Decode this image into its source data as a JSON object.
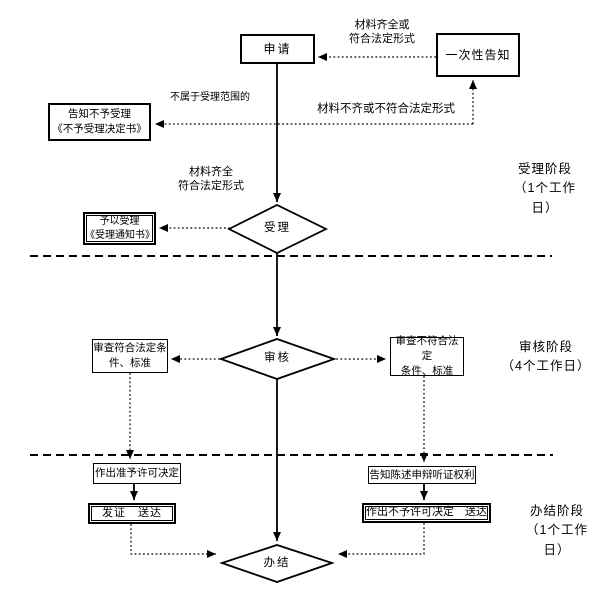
{
  "colors": {
    "line": "#000000",
    "background": "#ffffff"
  },
  "nodes": {
    "apply": "申请",
    "one_time_notice": "一次性告知",
    "reject_notice": "告知不予受理\n《不予受理决定书》",
    "accept": "受理",
    "accept_notice": "予以受理\n《受理通知书》",
    "review": "审核",
    "review_pass": "审查符合法定条\n件、标准",
    "review_fail": "审查不符合法定\n条件、标准",
    "grant_decision": "作出准予许可决定",
    "issue_deliver": "发证　送达",
    "notify_rights": "告知陈述申辩听证权利",
    "deny_decision": "作出不予许可决定　送达",
    "finish": "办结"
  },
  "edge_labels": {
    "complete_top": "材料齐全或\n符合法定形式",
    "incomplete": "材料不齐或不符合法定形式",
    "out_of_scope": "不属于受理范围的",
    "complete_mid": "材料齐全\n符合法定形式"
  },
  "stages": {
    "accept_stage": "受理阶段\n（1个工作\n日）",
    "review_stage": "审核阶段\n（4个工作日）",
    "finish_stage": "办结阶段\n（1个工作\n日）"
  }
}
